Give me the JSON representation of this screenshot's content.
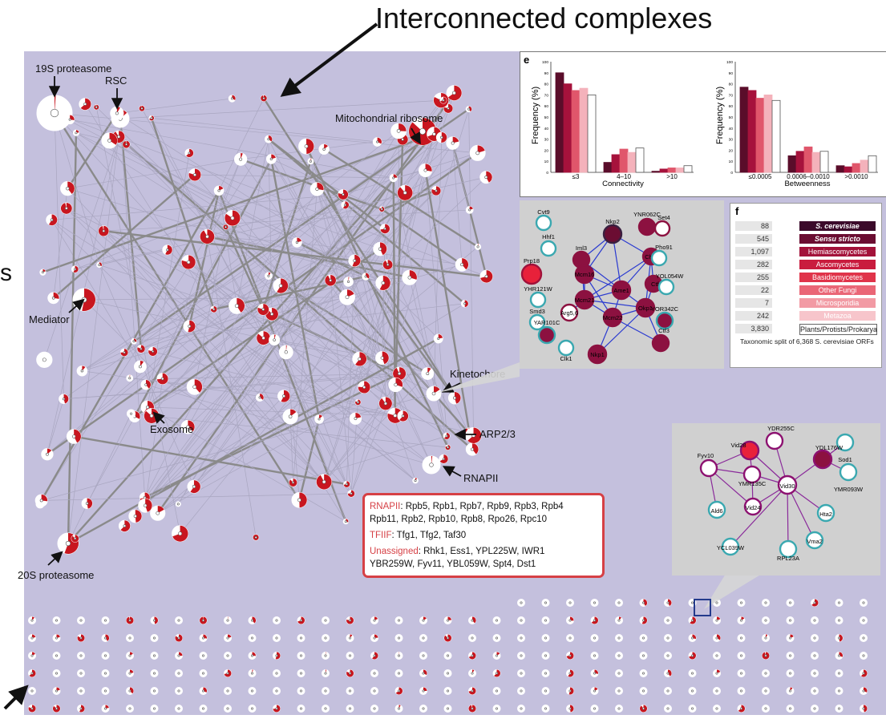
{
  "headline": "Interconnected complexes",
  "edge_letter": "s",
  "complex_labels": {
    "proteasome_19s": "19S proteasome",
    "rsc": "RSC",
    "mito_ribosome": "Mitochondrial ribosome",
    "mediator": "Mediator",
    "kinetochore": "Kinetochore",
    "exosome": "Exosome",
    "arp23": "ARP2/3",
    "rnapii": "RNAPII",
    "proteasome_20s": "20S proteasome"
  },
  "charts_panel": {
    "letter": "e",
    "y_ticks": [
      "100",
      "90",
      "80",
      "70",
      "60",
      "50",
      "40",
      "30",
      "20",
      "10",
      "0"
    ],
    "colors": [
      "#5a0d2a",
      "#a6123c",
      "#e0566b",
      "#f4b2bb",
      "#ffffff"
    ],
    "connectivity": {
      "ylabel": "Frequency (%)",
      "xlabel": "Connectivity",
      "categories": [
        "≤3",
        "4–10",
        ">10"
      ]
    },
    "betweenness": {
      "ylabel": "Frequency (%)",
      "xlabel": "Betweenness",
      "categories": [
        "≤0.0005",
        "0.0006–0.0010",
        ">0.0010"
      ]
    }
  },
  "chart_data": [
    {
      "type": "bar",
      "ylabel": "Frequency (%)",
      "xlabel": "Connectivity",
      "ylim": [
        0,
        100
      ],
      "categories": [
        "≤3",
        "4–10",
        ">10"
      ],
      "series": [
        {
          "values": [
            90,
            9,
            1
          ]
        },
        {
          "values": [
            80,
            16,
            3
          ]
        },
        {
          "values": [
            74,
            21,
            4
          ]
        },
        {
          "values": [
            76,
            18,
            4
          ]
        },
        {
          "values": [
            70,
            22,
            6
          ]
        }
      ]
    },
    {
      "type": "bar",
      "ylabel": "Frequency (%)",
      "xlabel": "Betweenness",
      "ylim": [
        0,
        100
      ],
      "categories": [
        "≤0.0005",
        "0.0006–0.0010",
        ">0.0010"
      ],
      "series": [
        {
          "values": [
            77,
            15,
            6
          ]
        },
        {
          "values": [
            74,
            19,
            5
          ]
        },
        {
          "values": [
            67,
            23,
            8
          ]
        },
        {
          "values": [
            70,
            18,
            11
          ]
        },
        {
          "values": [
            65,
            19,
            15
          ]
        }
      ]
    }
  ],
  "taxonomy": {
    "letter": "f",
    "rows": [
      {
        "count": "88",
        "label": "S. cerevisiae",
        "color": "#3b0a2a"
      },
      {
        "count": "545",
        "label": "Sensu stricto",
        "color": "#6b0d32"
      },
      {
        "count": "1,097",
        "label": "Hemiascomycetes",
        "color": "#a3123a"
      },
      {
        "count": "282",
        "label": "Ascomycetes",
        "color": "#c91c3e"
      },
      {
        "count": "255",
        "label": "Basidiomycetes",
        "color": "#e0344a"
      },
      {
        "count": "22",
        "label": "Other Fungi",
        "color": "#ea6676"
      },
      {
        "count": "7",
        "label": "Microsporidia",
        "color": "#f29aa4"
      },
      {
        "count": "242",
        "label": "Metazoa",
        "color": "#f7c5cb"
      },
      {
        "count": "3,830",
        "label": "Plants/Protists/Prokarya",
        "color": "#ffffff"
      }
    ],
    "caption": "Taxonomic split of 6,368 S. cerevisiae ORFs"
  },
  "info_box": {
    "rnapii_key": "RNAPII",
    "rnapii_line1": ": Rpb5, Rpb1, Rpb7, Rpb9, Rpb3, Rpb4",
    "rnapii_line2": "Rpb11, Rpb2, Rpb10, Rpb8, Rpo26, Rpc10",
    "tfiif_key": "TFIIF",
    "tfiif_value": ": Tfg1, Tfg2, Taf30",
    "unassigned_key": "Unassigned",
    "unassigned_line1": ": Rhk1, Ess1, YPL225W, IWR1",
    "unassigned_line2": "YBR259W, Fyv11, YBL059W, Spt4, Dst1"
  },
  "kinetochore_subnetwork": {
    "nodes": [
      {
        "name": "Cvt9",
        "fill": "#ffffff",
        "ring": "#3aa8b0"
      },
      {
        "name": "Hhf1",
        "fill": "#ffffff",
        "ring": "#3aa8b0"
      },
      {
        "name": "Nkp2",
        "fill": "#6b0d32",
        "ring": "#3a2040"
      },
      {
        "name": "YNR062C",
        "fill": "#8c1140",
        "ring": "#8c1140"
      },
      {
        "name": "Set4",
        "fill": "#ffffff",
        "ring": "#8c1140"
      },
      {
        "name": "Iml3",
        "fill": "#8c1140",
        "ring": "#8c1140"
      },
      {
        "name": "Chl4",
        "fill": "#8c1140",
        "ring": "#8c1140"
      },
      {
        "name": "Pho91",
        "fill": "#ffffff",
        "ring": "#3aa8b0"
      },
      {
        "name": "Prp18",
        "fill": "#e8213a",
        "ring": "#a0123a"
      },
      {
        "name": "Mcm16",
        "fill": "#8c1140",
        "ring": "#8c1140"
      },
      {
        "name": "Ctf19",
        "fill": "#8c1140",
        "ring": "#8c1140"
      },
      {
        "name": "YOL054W",
        "fill": "#ffffff",
        "ring": "#3aa8b0"
      },
      {
        "name": "Mcm21",
        "fill": "#8c1140",
        "ring": "#8c1140"
      },
      {
        "name": "Ame1",
        "fill": "#8c1140",
        "ring": "#8c1140"
      },
      {
        "name": "YHR121W",
        "fill": "#ffffff",
        "ring": "#3aa8b0"
      },
      {
        "name": "Arg5,6",
        "fill": "#ffffff",
        "ring": "#8c1140"
      },
      {
        "name": "Okp1",
        "fill": "#8c1140",
        "ring": "#8c1140"
      },
      {
        "name": "YOR342C",
        "fill": "#8c1140",
        "ring": "#3aa8b0"
      },
      {
        "name": "Smd3",
        "fill": "#ffffff",
        "ring": "#3aa8b0"
      },
      {
        "name": "Mcm22",
        "fill": "#8c1140",
        "ring": "#8c1140"
      },
      {
        "name": "YAR101C",
        "fill": "#8c1140",
        "ring": "#3aa8b0"
      },
      {
        "name": "Ctf3",
        "fill": "#8c1140",
        "ring": "#8c1140"
      },
      {
        "name": "Nkp1",
        "fill": "#8c1140",
        "ring": "#8c1140"
      },
      {
        "name": "Clk1",
        "fill": "#ffffff",
        "ring": "#3aa8b0"
      }
    ]
  },
  "vid_subnetwork": {
    "nodes": [
      {
        "name": "YDR255C",
        "fill": "#ffffff",
        "ring": "#8c1170"
      },
      {
        "name": "Vid28",
        "fill": "#e8213a",
        "ring": "#8c1170"
      },
      {
        "name": "Sod1",
        "fill": "#ffffff",
        "ring": "#3aa8b0"
      },
      {
        "name": "Fyv10",
        "fill": "#ffffff",
        "ring": "#8c1170"
      },
      {
        "name": "YDL176W",
        "fill": "#8c1140",
        "ring": "#8c1170"
      },
      {
        "name": "YMR135C",
        "fill": "#ffffff",
        "ring": "#8c1170"
      },
      {
        "name": "Vid30",
        "fill": "#ffffff",
        "ring": "#8c1170"
      },
      {
        "name": "YMR093W",
        "fill": "#ffffff",
        "ring": "#3aa8b0"
      },
      {
        "name": "Ald6",
        "fill": "#ffffff",
        "ring": "#3aa8b0"
      },
      {
        "name": "Vid24",
        "fill": "#ffffff",
        "ring": "#8c1170"
      },
      {
        "name": "Hta2",
        "fill": "#ffffff",
        "ring": "#3aa8b0"
      },
      {
        "name": "Vma2",
        "fill": "#ffffff",
        "ring": "#3aa8b0"
      },
      {
        "name": "YCL039W",
        "fill": "#ffffff",
        "ring": "#3aa8b0"
      },
      {
        "name": "RPL23A",
        "fill": "#ffffff",
        "ring": "#3aa8b0"
      }
    ]
  }
}
